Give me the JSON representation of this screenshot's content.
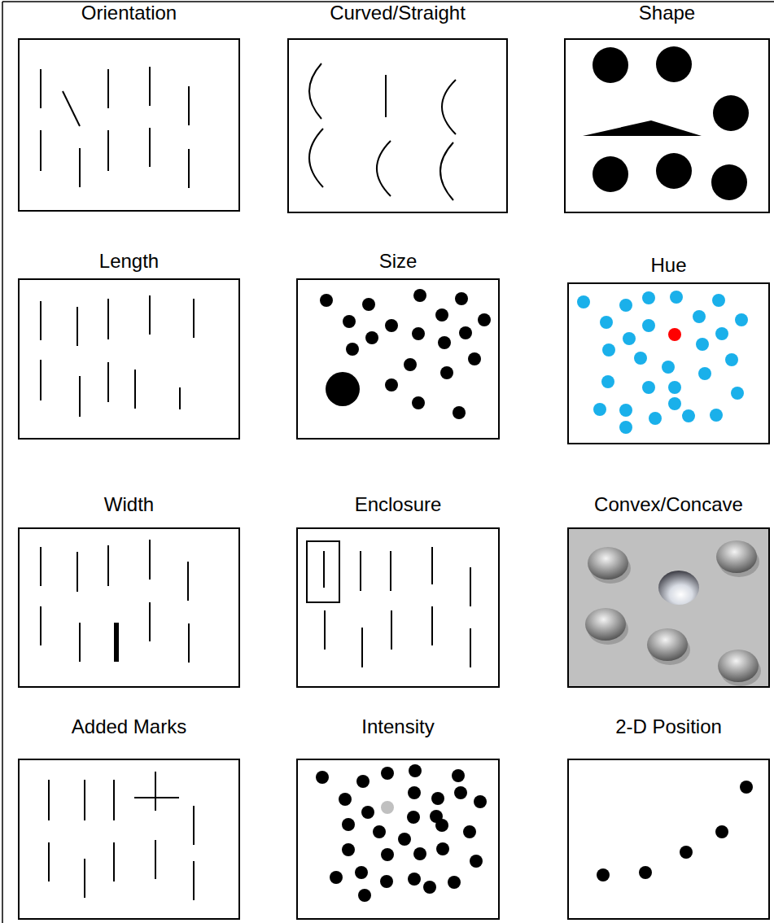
{
  "diagram": {
    "nodes": [
      {
        "text": [
          "Orientation"
        ]
      },
      {
        "text": [
          "Curved/Straight"
        ]
      },
      {
        "text": [
          "Shape"
        ]
      },
      {
        "text": [
          "Length"
        ]
      },
      {
        "text": [
          "Size"
        ]
      },
      {
        "text": [
          "Hue"
        ]
      },
      {
        "text": [
          "Width"
        ]
      },
      {
        "text": [
          "Enclosure"
        ]
      },
      {
        "text": [
          "Convex/Concave"
        ]
      },
      {
        "text": [
          "Added Marks"
        ]
      },
      {
        "text": [
          "Intensity"
        ]
      },
      {
        "text": [
          "2-D Position"
        ]
      }
    ]
  }
}
